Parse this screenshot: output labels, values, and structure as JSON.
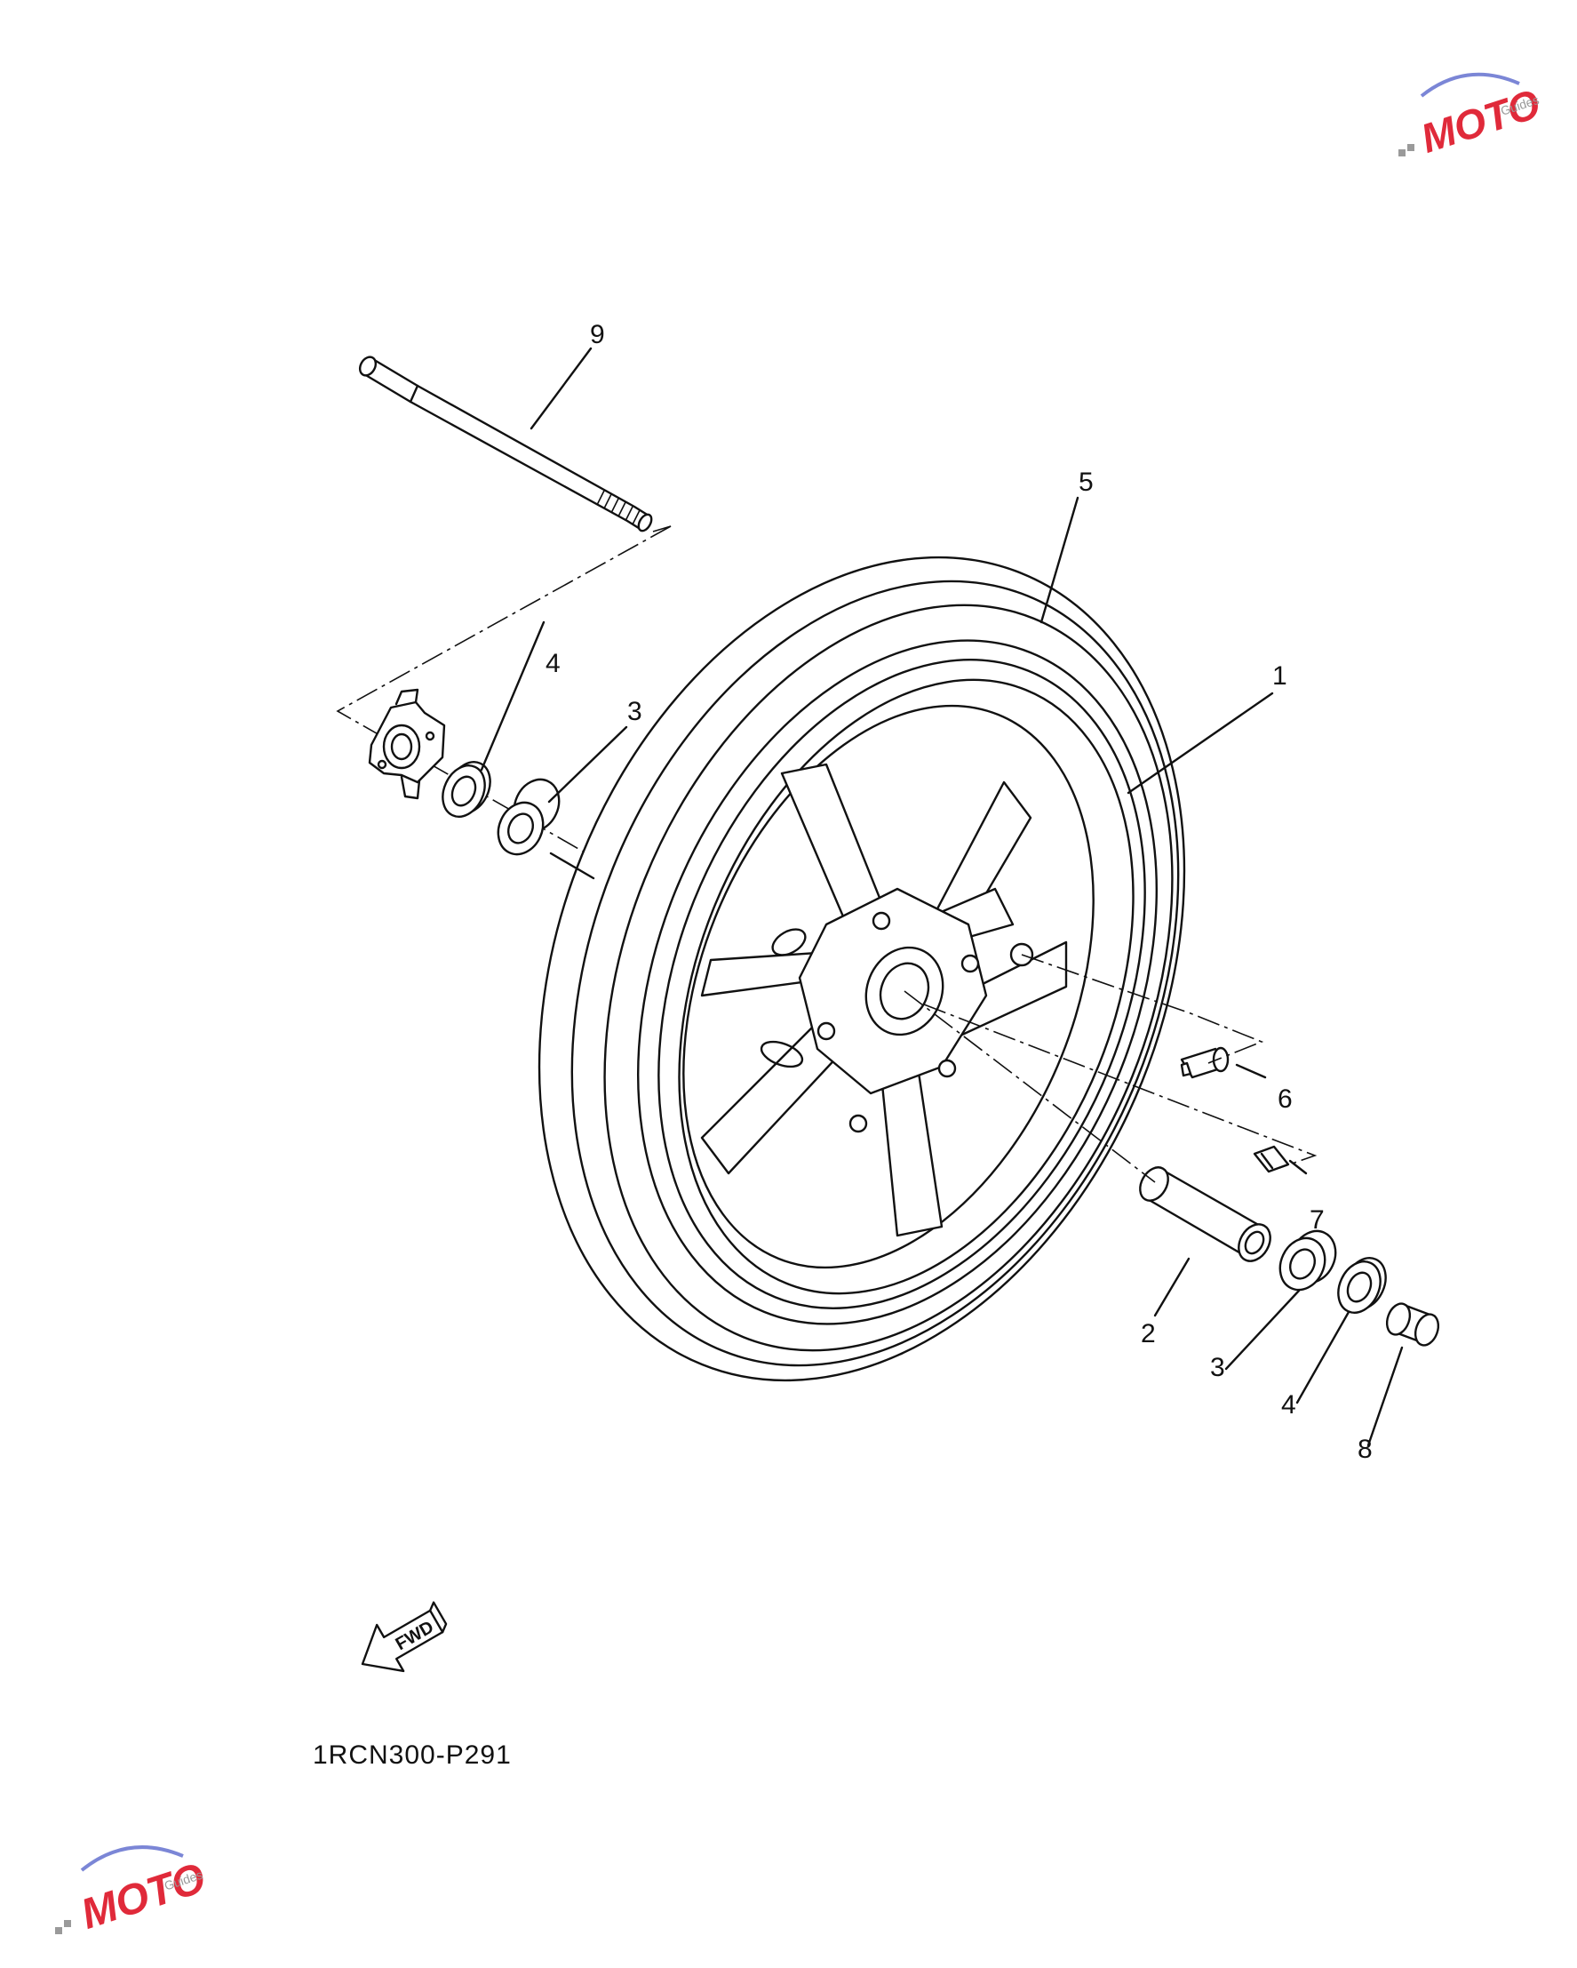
{
  "diagram": {
    "part_code": "1RCN300-P291",
    "fwd_label": "FWD",
    "callouts": [
      {
        "id": "c1",
        "label": "1"
      },
      {
        "id": "c2",
        "label": "2"
      },
      {
        "id": "c3a",
        "label": "3"
      },
      {
        "id": "c3b",
        "label": "3"
      },
      {
        "id": "c4a",
        "label": "4"
      },
      {
        "id": "c4b",
        "label": "4"
      },
      {
        "id": "c5",
        "label": "5"
      },
      {
        "id": "c6",
        "label": "6"
      },
      {
        "id": "c7",
        "label": "7"
      },
      {
        "id": "c8",
        "label": "8"
      },
      {
        "id": "c9",
        "label": "9"
      }
    ]
  },
  "watermark": {
    "brand_text": "MOTO",
    "sub_text": "Guides",
    "colors": {
      "red": "#e02a3a",
      "blue": "#7b86d6",
      "gray": "#9a9a9a"
    }
  }
}
